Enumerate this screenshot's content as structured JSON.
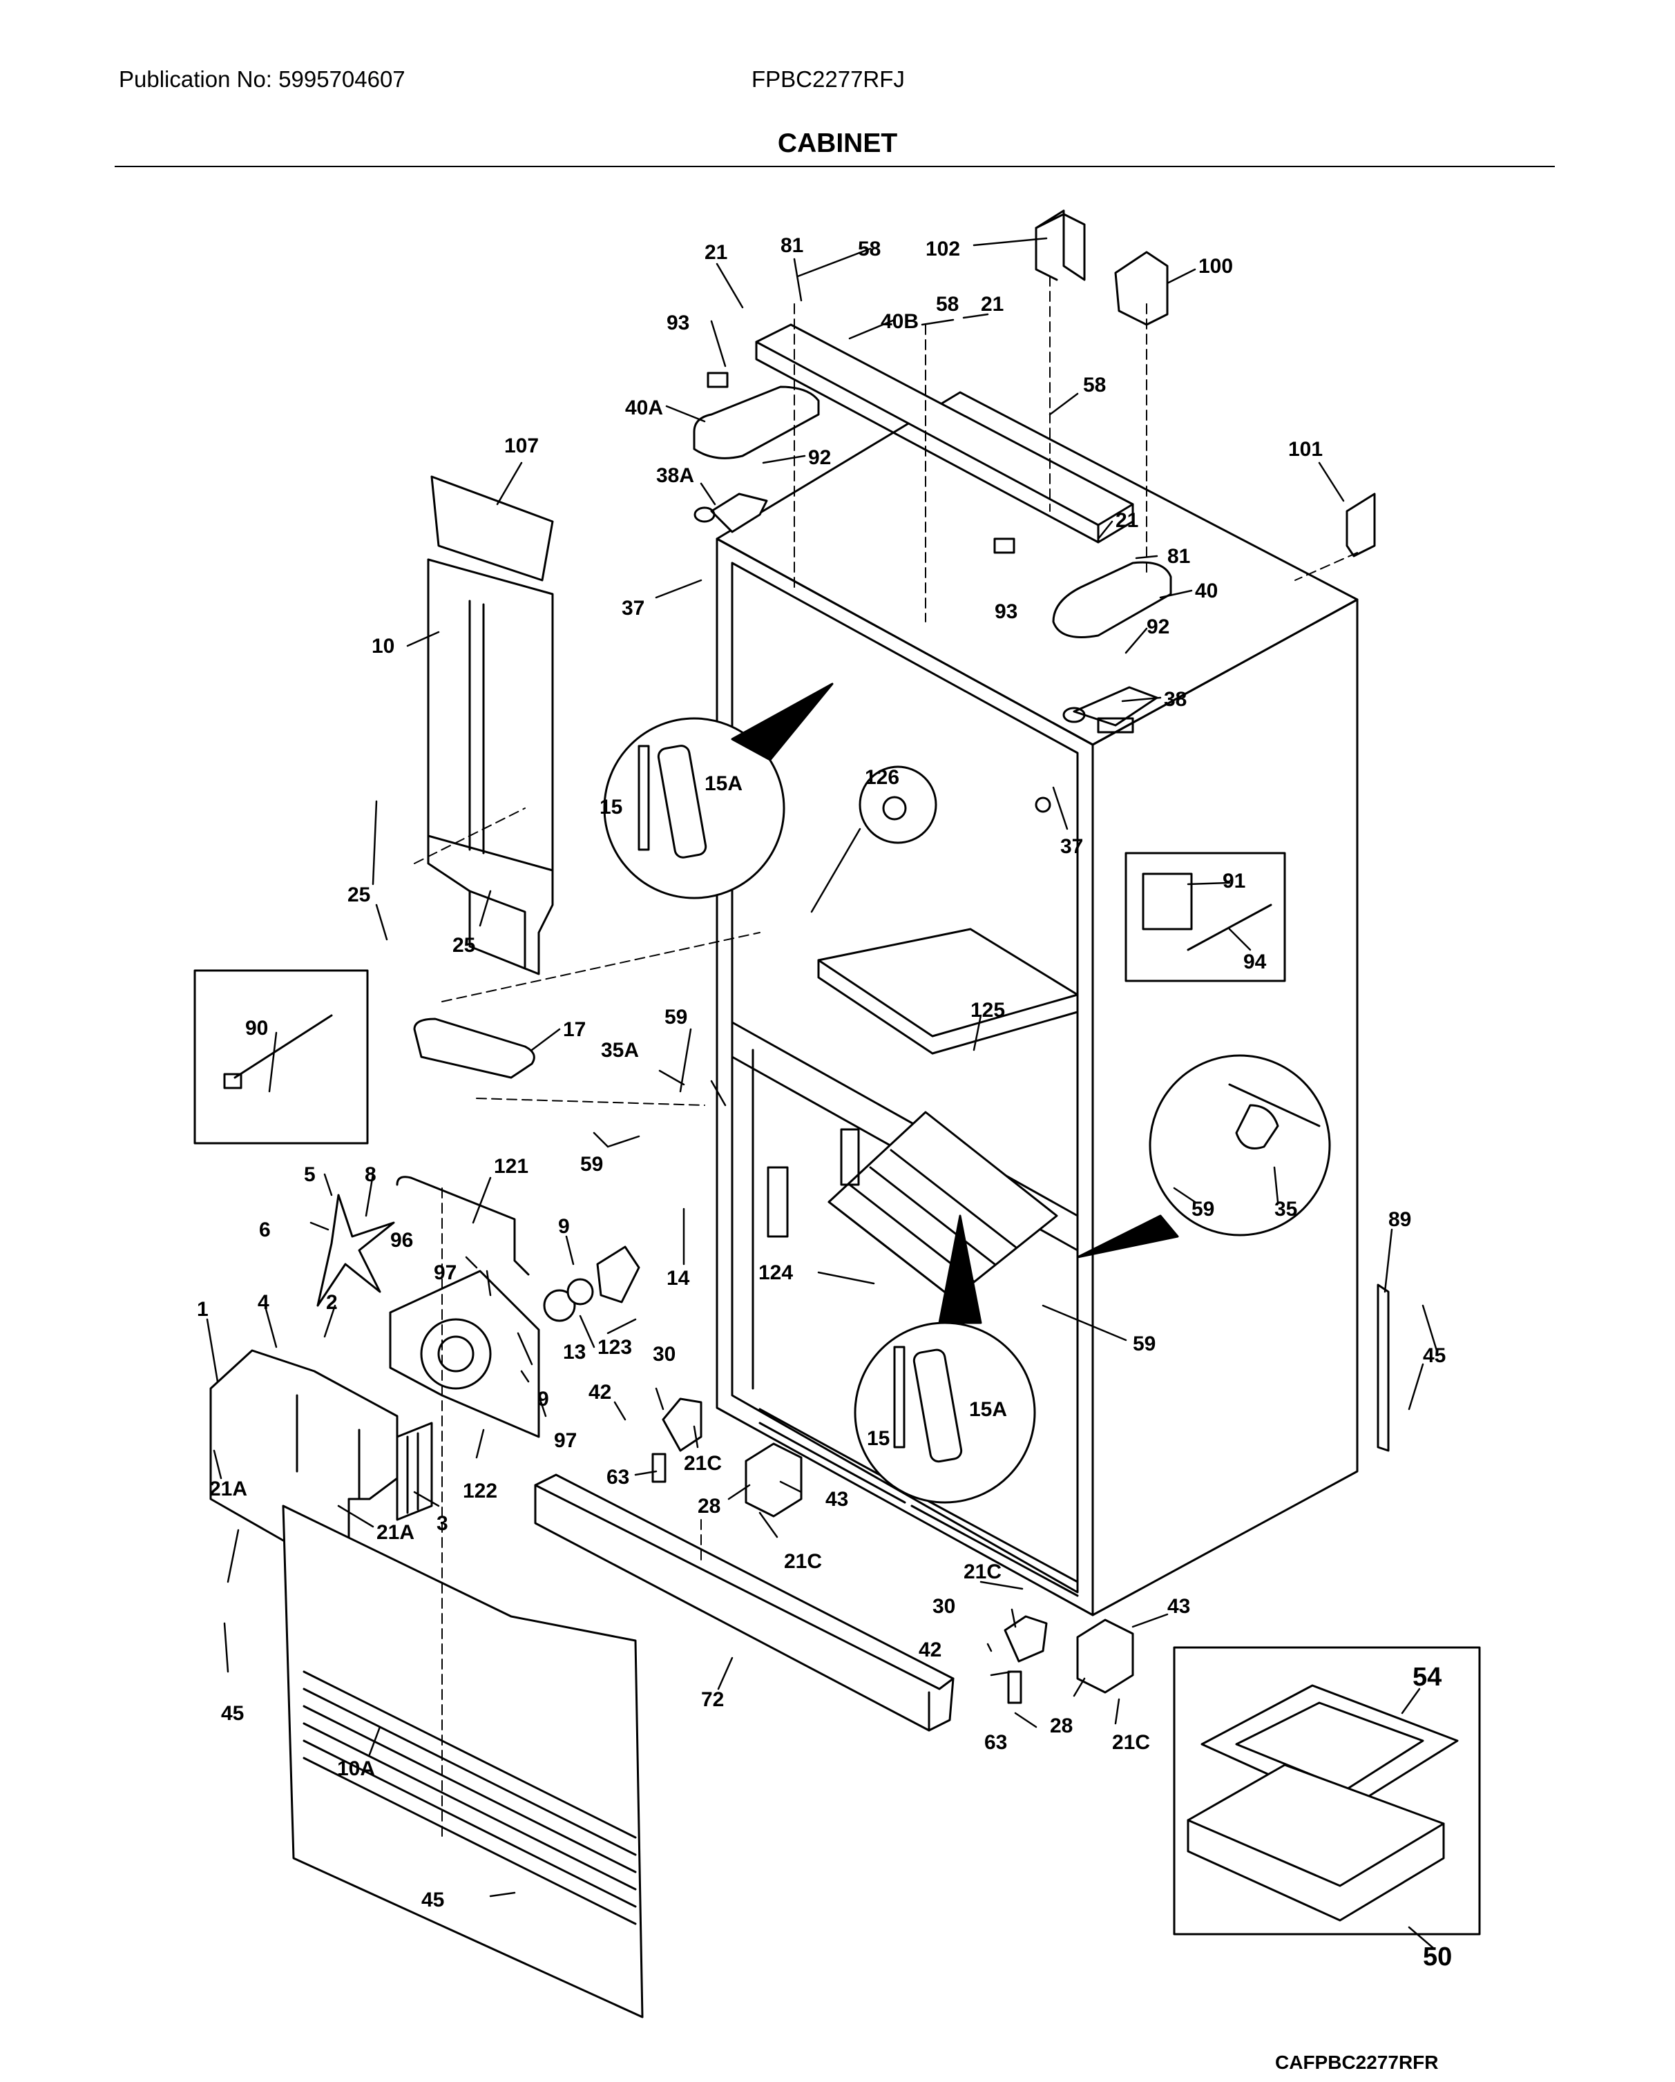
{
  "header": {
    "publication": "Publication No: 5995704607",
    "model": "FPBC2277RFJ",
    "title": "CABINET"
  },
  "labels": {
    "p1": "1",
    "p2": "2",
    "p3": "3",
    "p4": "4",
    "p5": "5",
    "p6": "6",
    "p8": "8",
    "p9a": "9",
    "p9b": "9",
    "p10": "10",
    "p10a": "10A",
    "p13": "13",
    "p14": "14",
    "p15a": "15",
    "p15b": "15",
    "p15aa": "15A",
    "p15ab": "15A",
    "p17": "17",
    "p21a": "21",
    "p21b": "21",
    "p21c": "21",
    "p21a1": "21A",
    "p21a2": "21A",
    "p21c1": "21C",
    "p21c2": "21C",
    "p21c3": "21C",
    "p21c4": "21C",
    "p25a": "25",
    "p25b": "25",
    "p28a": "28",
    "p28b": "28",
    "p30a": "30",
    "p30b": "30",
    "p35": "35",
    "p35a": "35A",
    "p37a": "37",
    "p37b": "37",
    "p38": "38",
    "p38a": "38A",
    "p40": "40",
    "p40a": "40A",
    "p40b": "40B",
    "p42a": "42",
    "p42b": "42",
    "p43a": "43",
    "p43b": "43",
    "p45a": "45",
    "p45b": "45",
    "p45c": "45",
    "p50": "50",
    "p54": "54",
    "p58a": "58",
    "p58b": "58",
    "p58c": "58",
    "p59a": "59",
    "p59b": "59",
    "p59c": "59",
    "p59d": "59",
    "p63a": "63",
    "p63b": "63",
    "p72": "72",
    "p81a": "81",
    "p81b": "81",
    "p89": "89",
    "p90": "90",
    "p91": "91",
    "p92a": "92",
    "p92b": "92",
    "p93a": "93",
    "p93b": "93",
    "p94": "94",
    "p96": "96",
    "p97a": "97",
    "p97b": "97",
    "p100": "100",
    "p101": "101",
    "p102": "102",
    "p107": "107",
    "p121": "121",
    "p122": "122",
    "p123": "123",
    "p124": "124",
    "p125": "125",
    "p126": "126"
  },
  "footer": {
    "code": "CAFPBC2277RFR"
  }
}
